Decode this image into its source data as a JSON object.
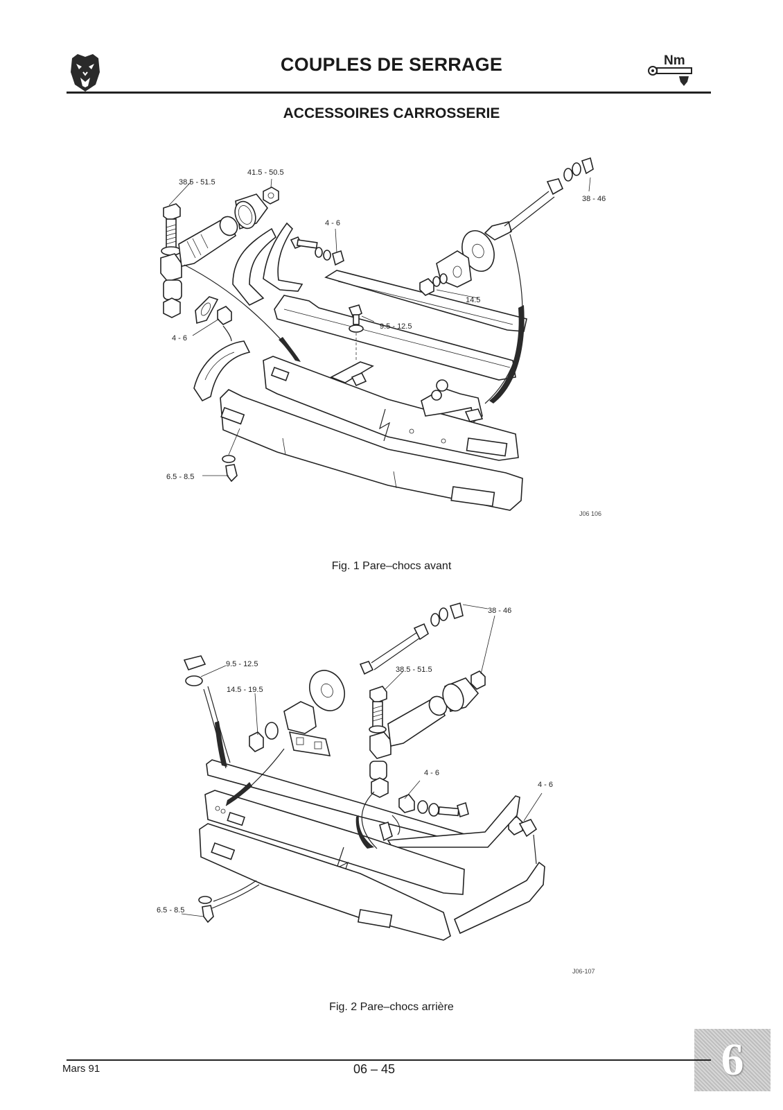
{
  "header": {
    "title": "COUPLES DE SERRAGE",
    "unit": "Nm",
    "section": "ACCESSOIRES CARROSSERIE"
  },
  "figure1": {
    "caption": "Fig. 1 Pare–chocs avant",
    "ref": "J06 106",
    "labels": [
      "38.5 - 51.5",
      "41.5 - 50.5",
      "4 - 6",
      "38 - 46",
      "14.5",
      "9.5 - 12.5",
      "4 - 6",
      "6.5 - 8.5"
    ]
  },
  "figure2": {
    "caption": "Fig. 2 Pare–chocs arrière",
    "ref": "J06-107",
    "labels": [
      "38 - 46",
      "9.5 - 12.5",
      "38.5 - 51.5",
      "14.5 - 19.5",
      "4 - 6",
      "4 - 6",
      "6.5 - 8.5"
    ]
  },
  "footer": {
    "date": "Mars 91",
    "page": "06 – 45",
    "tab": "6"
  }
}
